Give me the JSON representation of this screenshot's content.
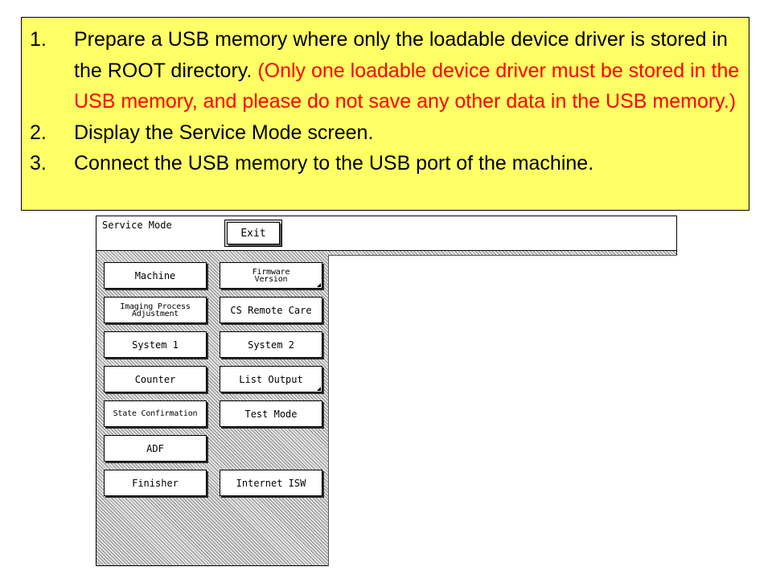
{
  "instructions": {
    "steps": [
      {
        "number": "1.",
        "text": "Prepare a USB memory where only the loadable device driver is stored in the ROOT directory. ",
        "note": "(Only one loadable device driver must be stored in the USB memory, and please do not save any other data in the USB memory.)"
      },
      {
        "number": "2.",
        "text": "Display the Service Mode screen.",
        "note": ""
      },
      {
        "number": "3.",
        "text": "Connect the USB memory to the USB port of the machine.",
        "note": ""
      }
    ],
    "colors": {
      "background": "#ffff66",
      "note_text": "#ff0000"
    }
  },
  "service_mode": {
    "title": "Service Mode",
    "exit_label": "Exit",
    "left_column": [
      {
        "label": "Machine"
      },
      {
        "label": "Imaging Process Adjustment"
      },
      {
        "label": "System 1"
      },
      {
        "label": "Counter"
      },
      {
        "label": "State Confirmation"
      },
      {
        "label": "ADF"
      },
      {
        "label": "Finisher"
      }
    ],
    "right_column": [
      {
        "label": "Firmware Version"
      },
      {
        "label": "CS Remote Care"
      },
      {
        "label": "System 2"
      },
      {
        "label": "List Output"
      },
      {
        "label": "Test Mode"
      },
      {
        "label": "Internet ISW"
      }
    ]
  }
}
